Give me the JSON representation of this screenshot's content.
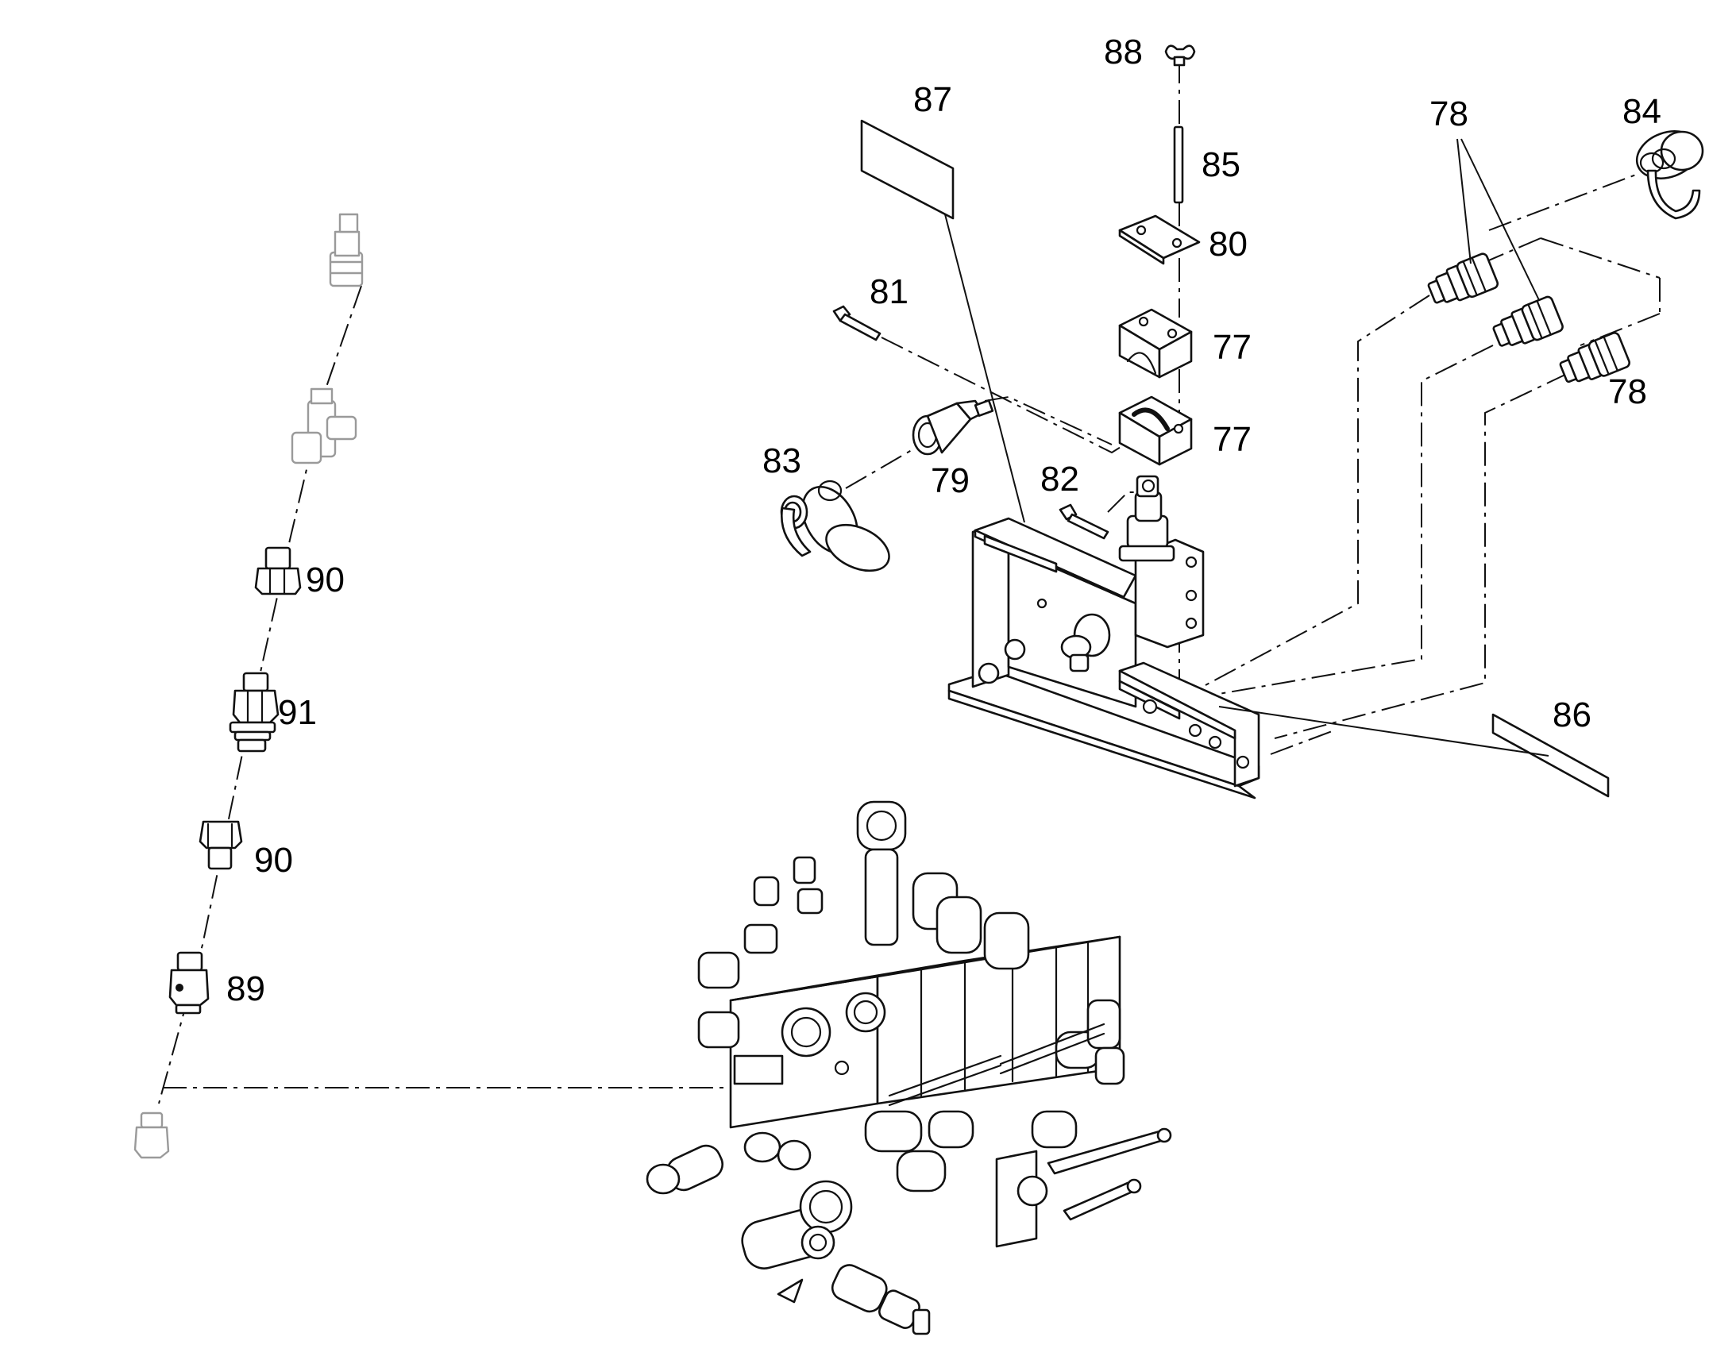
{
  "callouts": {
    "c88": "88",
    "c87": "87",
    "c85": "85",
    "c80": "80",
    "c81": "81",
    "c77_upper": "77",
    "c77_lower": "77",
    "c83": "83",
    "c79": "79",
    "c82": "82",
    "c78_upper": "78",
    "c78_lower": "78",
    "c84": "84",
    "c86": "86",
    "c90_upper": "90",
    "c91": "91",
    "c90_lower": "90",
    "c89": "89"
  },
  "colors": {
    "line": "#111111",
    "ghost_part": "#9a9a9a",
    "background": "#ffffff"
  }
}
